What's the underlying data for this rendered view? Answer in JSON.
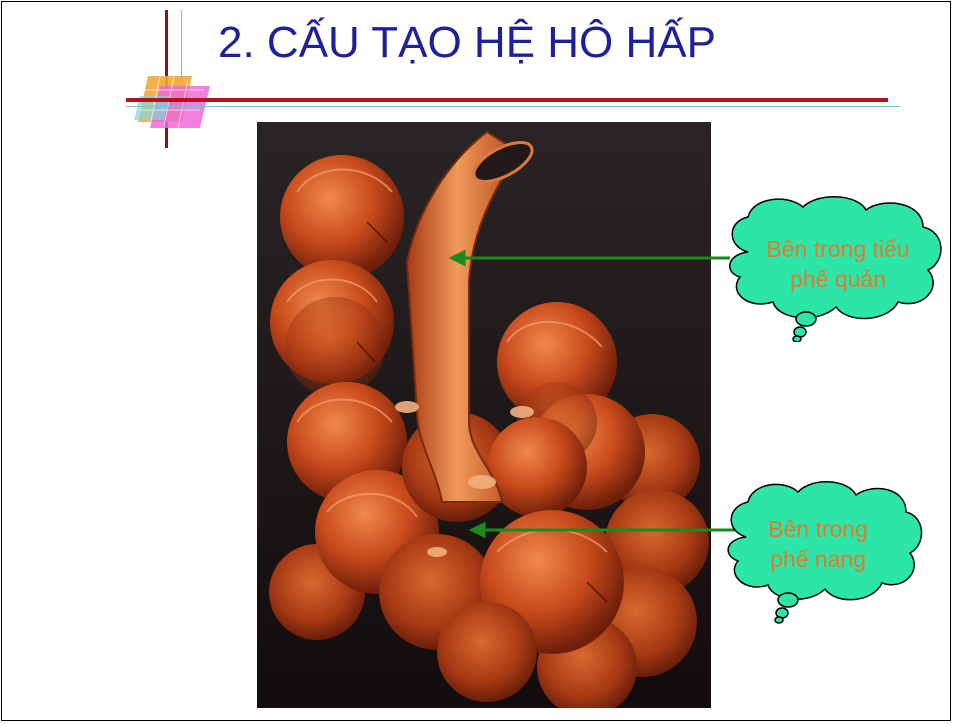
{
  "slide": {
    "title": "2. CẤU TẠO HỆ HÔ HẤP"
  },
  "callouts": [
    {
      "line1": "Bên trong tiểu",
      "line2": "phế quản"
    },
    {
      "line1": "Bên trong",
      "line2": "phế nang"
    }
  ],
  "colors": {
    "title": "#1f1f99",
    "rule_red": "#b3141c",
    "rule_cyan": "#6fc7d6",
    "cloud_fill": "#2be6a8",
    "callout_text": "#e07a2c",
    "arrow": "#1a8a1a",
    "photo_bg": "#1c1414",
    "alveoli": "#c84a1c"
  },
  "icons": [
    "title-decoration-icon",
    "cloud-callout-icon",
    "arrow-icon"
  ]
}
